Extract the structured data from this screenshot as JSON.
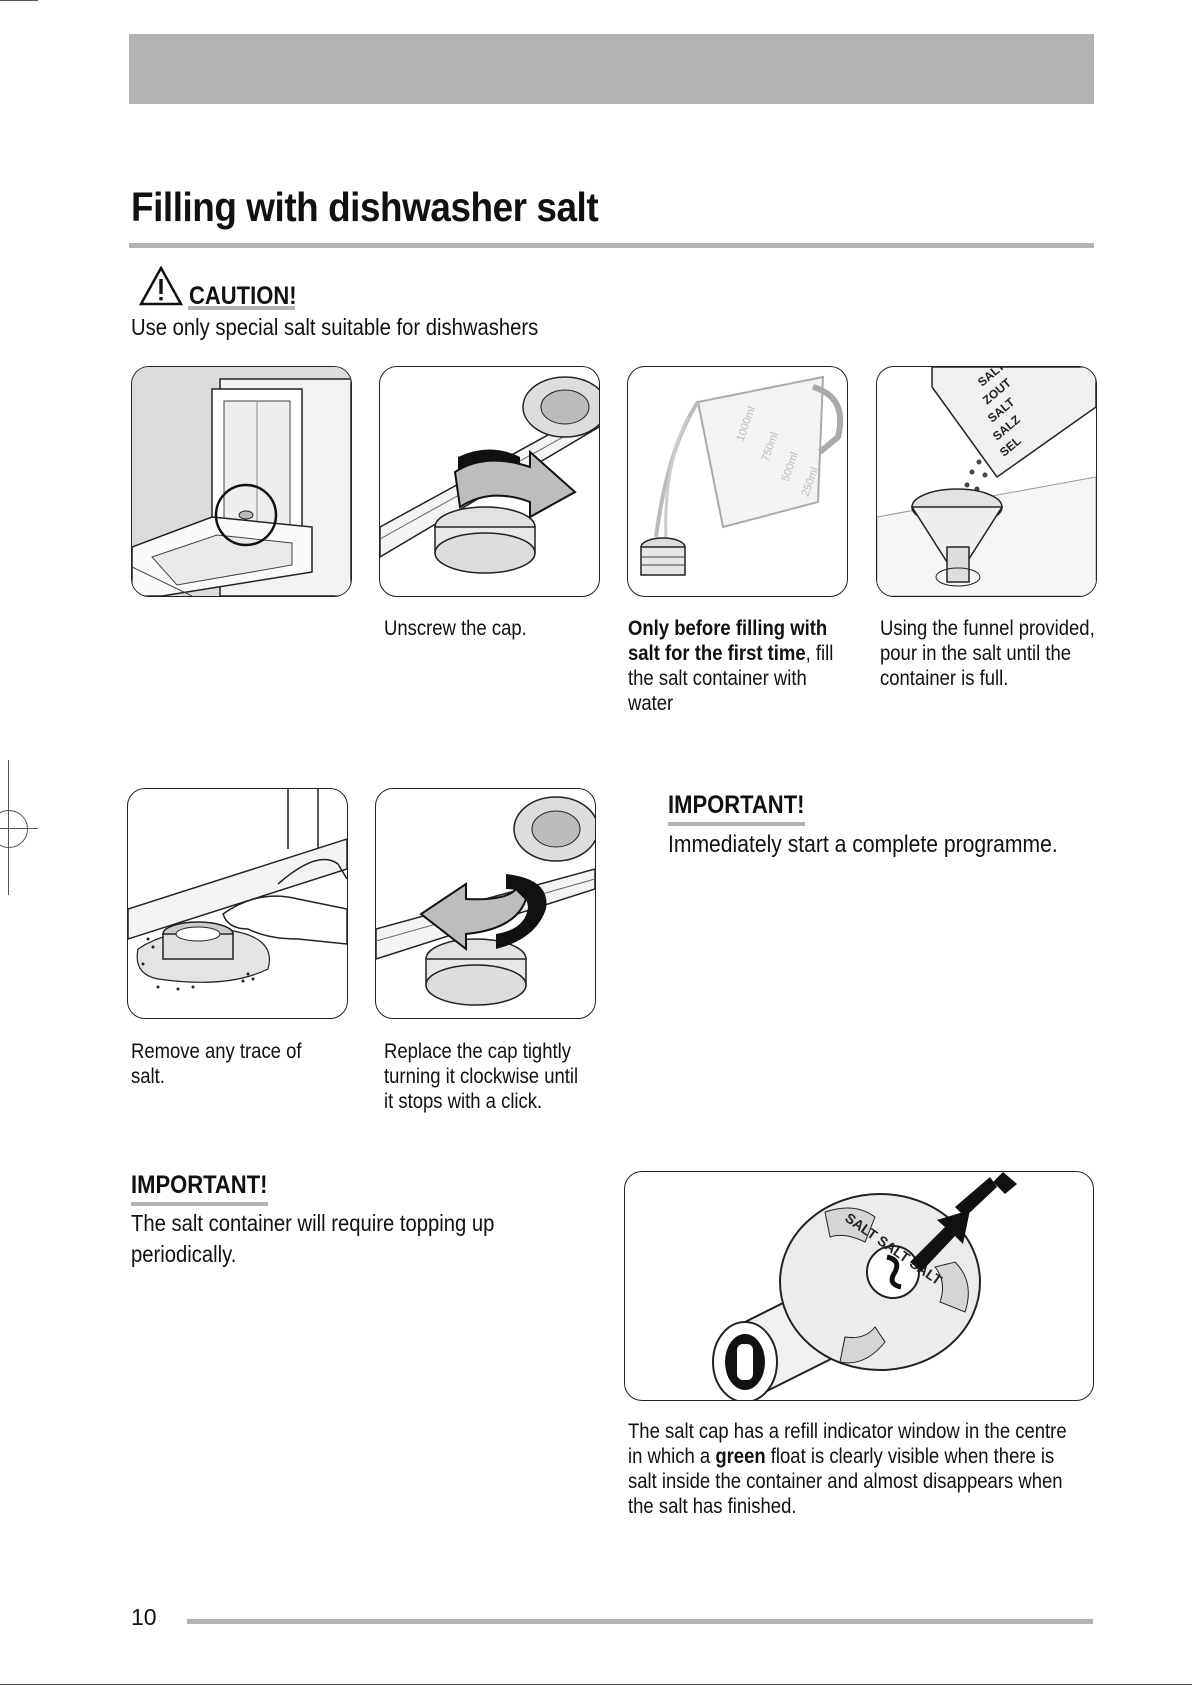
{
  "page": {
    "title": "Filling with dishwasher salt",
    "page_number": "10"
  },
  "caution": {
    "label": "CAUTION!",
    "text": "Use only special salt suitable for dishwashers"
  },
  "steps": [
    {
      "caption": ""
    },
    {
      "caption": "Unscrew the cap."
    },
    {
      "caption_bold": "Only before filling with salt for the first time",
      "caption_rest": ", fill the salt container with water"
    },
    {
      "caption": "Using the funnel provided, pour in the salt until the container is full."
    },
    {
      "caption": "Remove any trace of salt."
    },
    {
      "caption": "Replace the cap tightly turning it clockwise until it stops with a click."
    }
  ],
  "jug_labels": [
    "1000ml",
    "750ml",
    "500ml",
    "250ml"
  ],
  "salt_box_labels": [
    "SALT",
    "ZOUT",
    "SALT",
    "SALZ",
    "SEL"
  ],
  "important_1": {
    "label": "IMPORTANT!",
    "text": "Immediately start a complete programme."
  },
  "important_2": {
    "label": "IMPORTANT!",
    "text": "The salt container will require topping up periodically."
  },
  "indicator": {
    "cap_text": "SALT SALT SALT",
    "caption_before": "The salt cap has a refill indicator window in the centre in which a ",
    "caption_bold": "green",
    "caption_after": " float is clearly visible when there is salt inside the container and almost disappears when the salt has finished."
  },
  "icons": [
    "warning-triangle-icon"
  ],
  "colors": {
    "gray_bar": "#b3b3b3",
    "text": "#111111"
  }
}
